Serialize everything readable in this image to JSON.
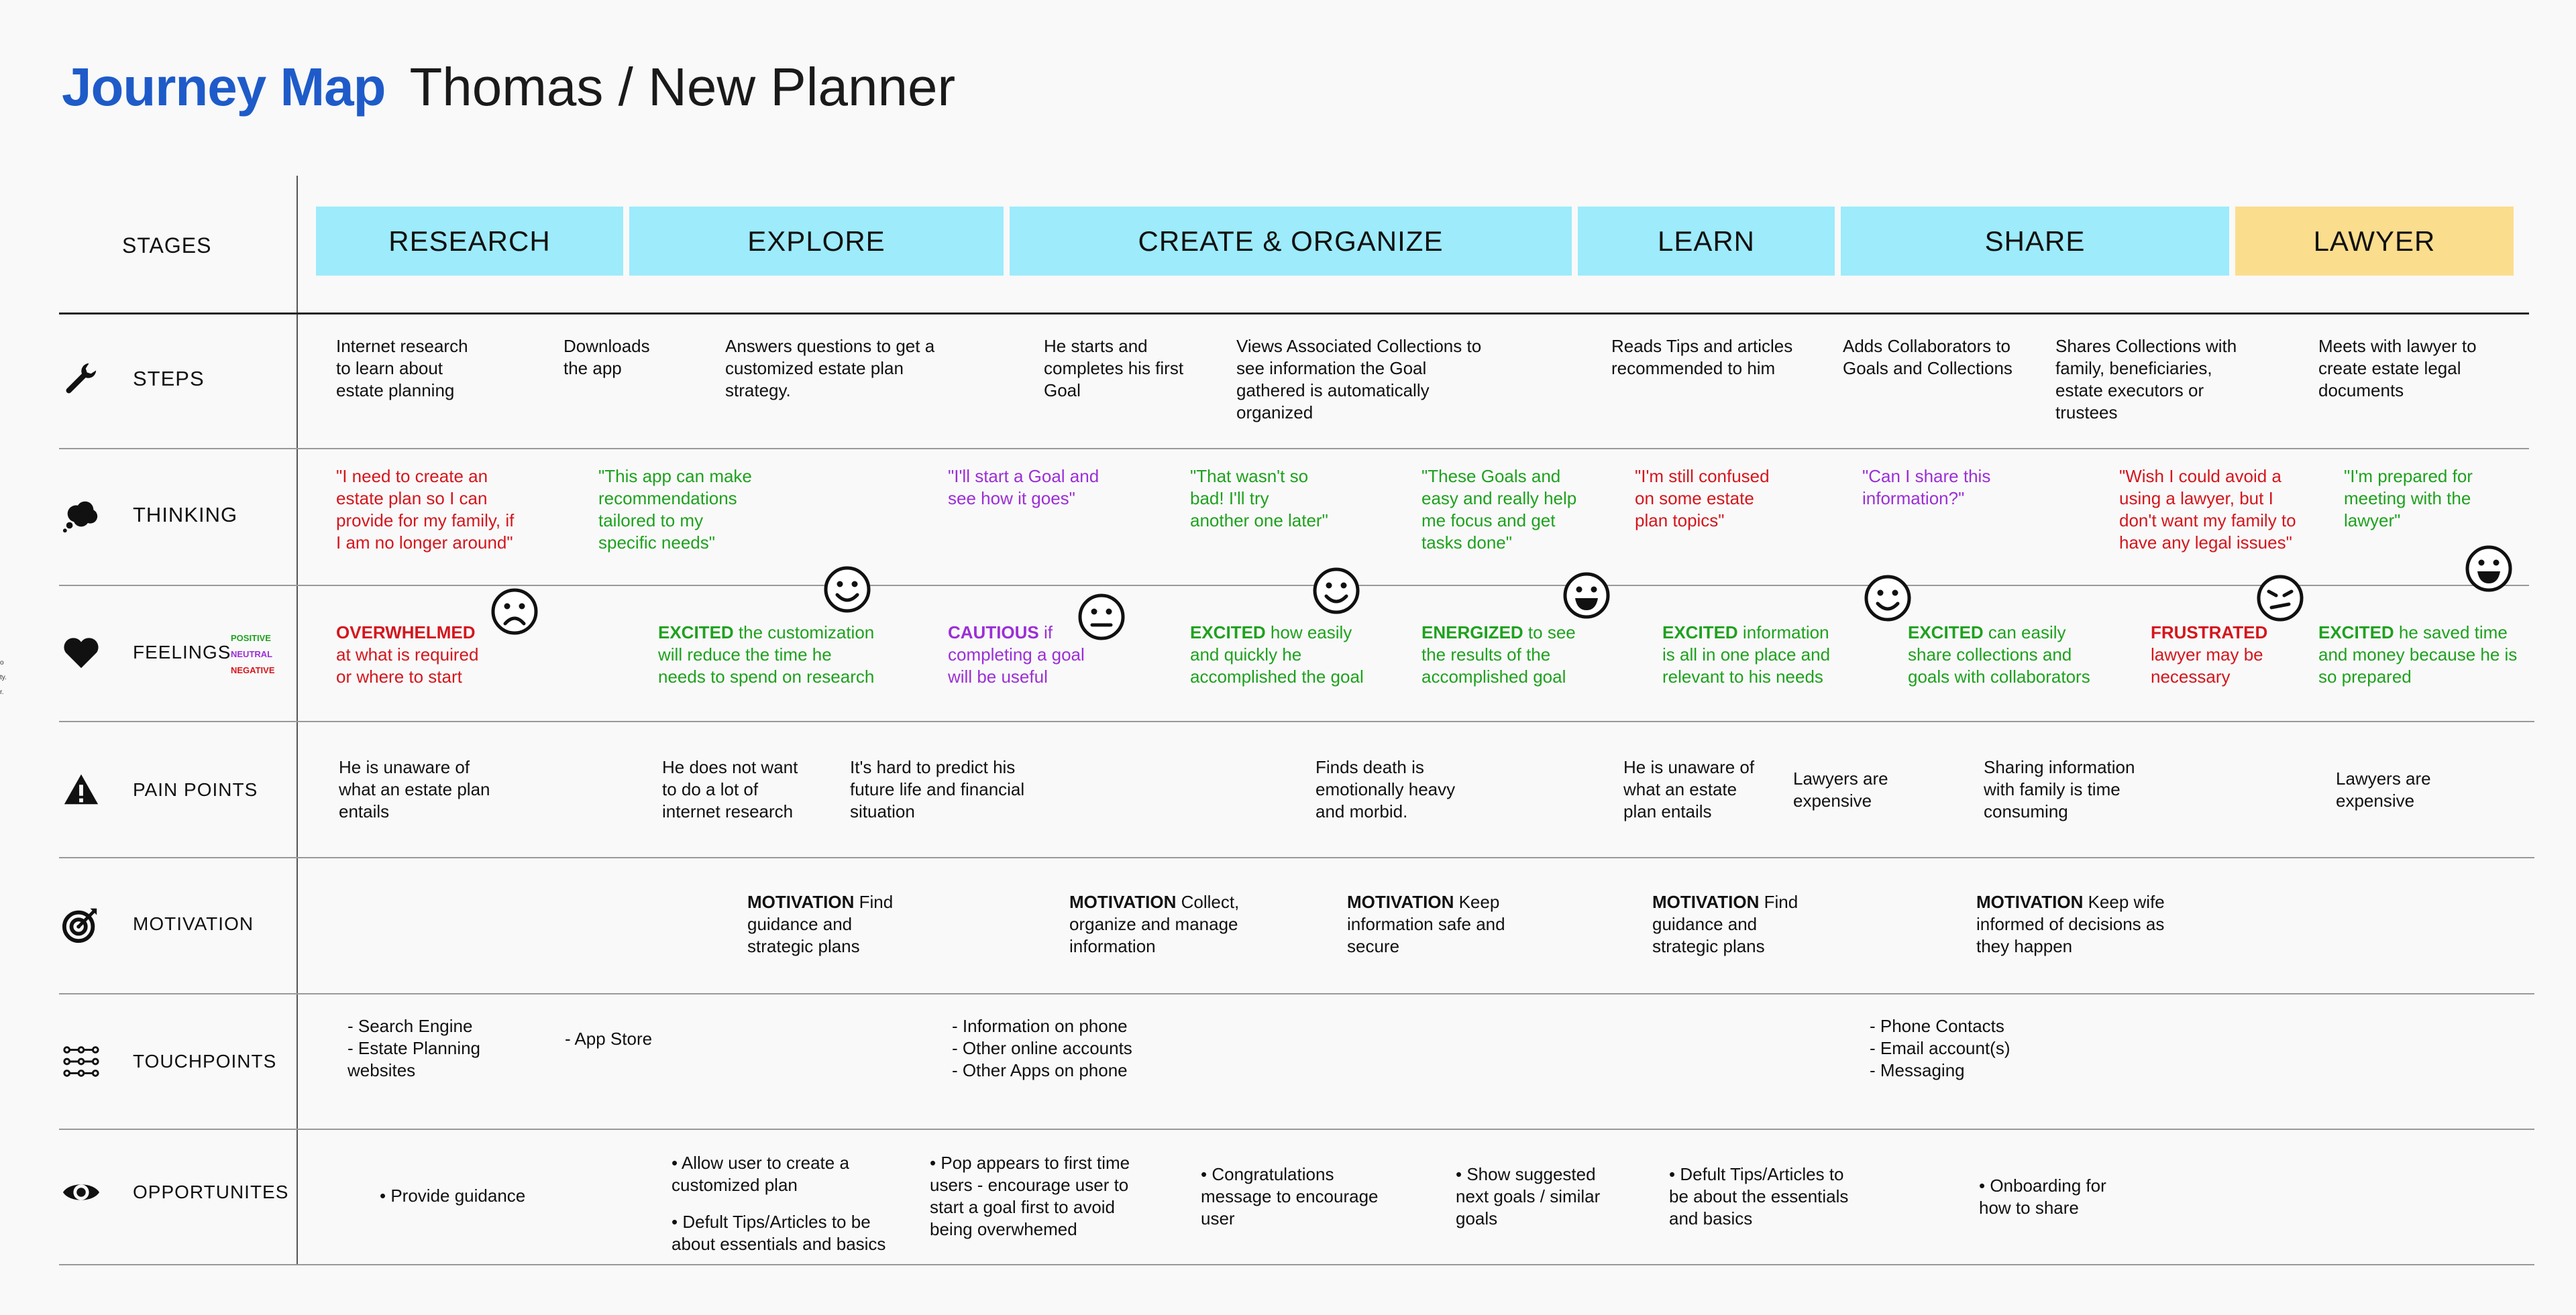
{
  "title": {
    "brand": "Journey Map",
    "persona": "Thomas / New Planner"
  },
  "rows": {
    "stages": "STAGES",
    "steps": "STEPS",
    "thinking": "THINKING",
    "feelings": "FEELINGS",
    "pain_points": "PAIN POINTS",
    "motivation": "MOTIVATION",
    "touchpoints": "TOUCHPOINTS",
    "opportunities": "OPPORTUNITES"
  },
  "legend": {
    "positive": "POSITIVE",
    "neutral": "NEUTRAL",
    "negative": "NEGATIVE"
  },
  "edge_marks": [
    "o",
    "ty.",
    "r."
  ],
  "stages": [
    "RESEARCH",
    "EXPLORE",
    "CREATE & ORGANIZE",
    "LEARN",
    "SHARE",
    "LAWYER"
  ],
  "colors": {
    "stage": "#9debfb",
    "stage_lawyer": "#fbdd8e",
    "brand": "#1e5bc9",
    "positive": "#1fa11f",
    "neutral": "#9b2fd6",
    "negative": "#d4161d"
  },
  "steps": [
    "Internet research\nto learn about\nestate planning",
    "Downloads\nthe app",
    "Answers questions to get a\ncustomized estate plan\nstrategy.",
    "He starts and\ncompletes his first\nGoal",
    "Views Associated Collections to\nsee information the Goal\ngathered is automatically\norganized",
    "Reads Tips and articles\nrecommended to him",
    "Adds Collaborators to\nGoals and Collections",
    "Shares Collections with\nfamily, beneficiaries,\nestate executors or\ntrustees",
    "Meets with lawyer to\ncreate estate legal\ndocuments"
  ],
  "thinking": [
    {
      "text": "\"I need to create an\nestate plan so I can\nprovide for my family, if\nI am no longer around\"",
      "tone": "negative"
    },
    {
      "text": "\"This app can make\nrecommendations\ntailored to my\nspecific needs\"",
      "tone": "positive"
    },
    {
      "text": "\"I'll start a Goal and\nsee how it goes\"",
      "tone": "neutral"
    },
    {
      "text": "\"That wasn't so\nbad!  I'll try\nanother one later\"",
      "tone": "positive"
    },
    {
      "text": "\"These Goals and\neasy and really help\nme focus and get\ntasks done\"",
      "tone": "positive"
    },
    {
      "text": "\"I'm still confused\non some estate\nplan topics\"",
      "tone": "negative"
    },
    {
      "text": "\"Can I share this\ninformation?\"",
      "tone": "neutral"
    },
    {
      "text": "\"Wish I could avoid a\nusing a lawyer, but I\ndon't want my family to\nhave any legal issues\"",
      "tone": "negative"
    },
    {
      "text": "\"I'm prepared for\nmeeting with the\nlawyer\"",
      "tone": "positive"
    }
  ],
  "feelings": [
    {
      "emotion": "OVERWHELMED",
      "text": "\nat what is required\nor where to start",
      "tone": "negative",
      "face": "sad"
    },
    {
      "emotion": "EXCITED",
      "text": " the customization\nwill reduce the time he\nneeds to spend on research",
      "tone": "positive",
      "face": "smile"
    },
    {
      "emotion": "CAUTIOUS",
      "text": " if\ncompleting a goal\nwill be useful",
      "tone": "neutral",
      "face": "neutral"
    },
    {
      "emotion": "EXCITED",
      "text": " how easily\nand quickly he\naccomplished the goal",
      "tone": "positive",
      "face": "smile"
    },
    {
      "emotion": "ENERGIZED",
      "text": " to see\nthe  results of the\naccomplished goal",
      "tone": "positive",
      "face": "grin"
    },
    {
      "emotion": "EXCITED",
      "text": " information\nis all in one place and\nrelevant to his needs",
      "tone": "positive",
      "face": "smile"
    },
    {
      "emotion": "EXCITED",
      "text": " can easily\nshare collections and\ngoals with collaborators",
      "tone": "positive",
      "face": "none"
    },
    {
      "emotion": "FRUSTRATED",
      "text": "\nlawyer may be\nnecessary",
      "tone": "negative",
      "face": "confused"
    },
    {
      "emotion": "EXCITED",
      "text": " he saved time\nand money because he is\nso prepared",
      "tone": "positive",
      "face": "grin"
    }
  ],
  "pain_points": [
    "He is unaware of\nwhat an estate plan\nentails",
    "He does not want\nto do a lot of\ninternet research",
    "It's hard to predict his\nfuture life and financial\nsituation",
    "Finds death is\nemotionally heavy\nand morbid.",
    "He is unaware of\nwhat an estate\nplan entails",
    "Lawyers are\nexpensive",
    "Sharing information\nwith family is time\nconsuming",
    "Lawyers are\nexpensive"
  ],
  "motivation": [
    {
      "label": "MOTIVATION",
      "text": " Find\nguidance and\nstrategic plans"
    },
    {
      "label": "MOTIVATION",
      "text": " Collect,\norganize and manage\ninformation"
    },
    {
      "label": "MOTIVATION",
      "text": " Keep\ninformation safe and\nsecure"
    },
    {
      "label": "MOTIVATION",
      "text": " Find\nguidance and\nstrategic plans"
    },
    {
      "label": "MOTIVATION",
      "text": " Keep wife\ninformed of decisions as\nthey happen"
    }
  ],
  "touchpoints": [
    "- Search Engine\n- Estate Planning\nwebsites",
    "- App Store",
    "- Information on phone\n- Other online accounts\n- Other Apps on phone",
    "- Phone Contacts\n- Email account(s)\n- Messaging"
  ],
  "opportunities": [
    [
      "• Provide guidance"
    ],
    [
      "• Allow user to create a\ncustomized plan",
      "• Defult Tips/Articles to be\nabout essentials and basics"
    ],
    [
      "• Pop appears to first time\nusers - encourage user to\nstart a goal first to avoid\nbeing overwhemed"
    ],
    [
      "• Congratulations\nmessage to encourage\nuser"
    ],
    [
      "• Show suggested\nnext goals / similar\ngoals"
    ],
    [
      "• Defult Tips/Articles to\nbe about the essentials\nand basics"
    ],
    [
      "• Onboarding for\nhow to share"
    ]
  ]
}
